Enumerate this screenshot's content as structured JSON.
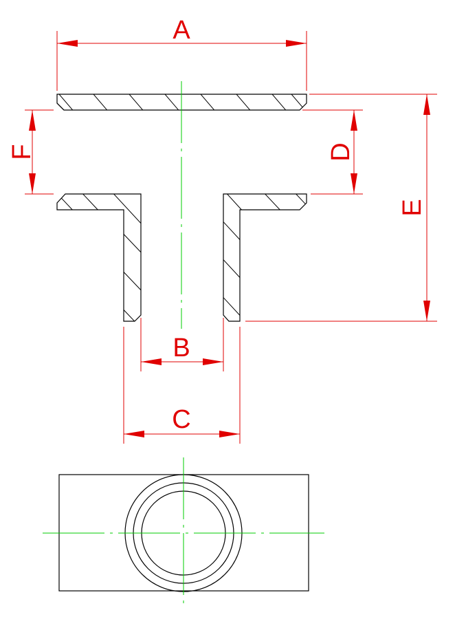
{
  "colors": {
    "outline": "#000000",
    "dimension": "#e00000",
    "centerline": "#00cc00",
    "background": "#ffffff"
  },
  "dimensions": {
    "A": "A",
    "B": "B",
    "C": "C",
    "D": "D",
    "E": "E",
    "F": "F"
  }
}
